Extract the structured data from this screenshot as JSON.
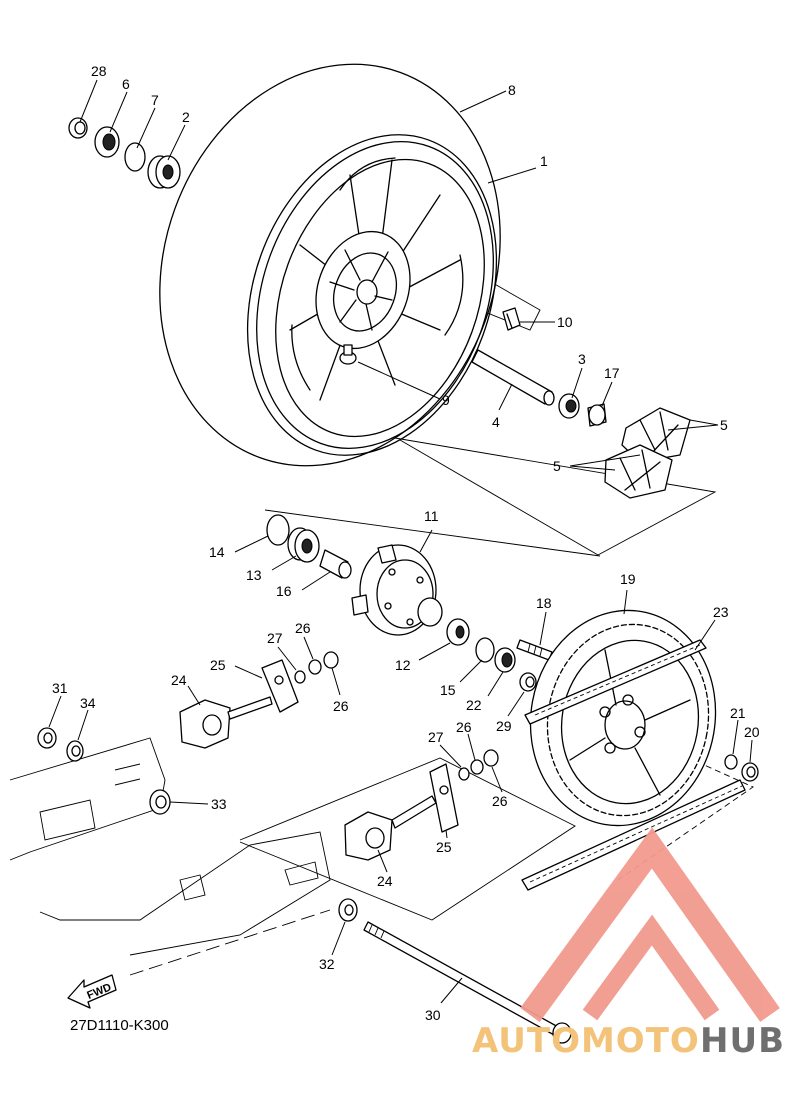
{
  "diagram": {
    "reference_code": "27D1110-K300",
    "direction_label": "FWD",
    "watermark": {
      "brand_part1": "AUTOMOTO",
      "brand_part2": "HUB",
      "color_primary": "#f29a8e",
      "color_accent": "#f4c37a",
      "color_secondary": "#6f6f6f"
    },
    "callouts": [
      {
        "id": "c28",
        "label": "28"
      },
      {
        "id": "c6",
        "label": "6"
      },
      {
        "id": "c7",
        "label": "7"
      },
      {
        "id": "c2",
        "label": "2"
      },
      {
        "id": "c8",
        "label": "8"
      },
      {
        "id": "c1",
        "label": "1"
      },
      {
        "id": "c10",
        "label": "10"
      },
      {
        "id": "c9",
        "label": "9"
      },
      {
        "id": "c3",
        "label": "3"
      },
      {
        "id": "c17",
        "label": "17"
      },
      {
        "id": "c4",
        "label": "4"
      },
      {
        "id": "c5a",
        "label": "5"
      },
      {
        "id": "c5b",
        "label": "5"
      },
      {
        "id": "c11",
        "label": "11"
      },
      {
        "id": "c14",
        "label": "14"
      },
      {
        "id": "c13",
        "label": "13"
      },
      {
        "id": "c16",
        "label": "16"
      },
      {
        "id": "c19",
        "label": "19"
      },
      {
        "id": "c18",
        "label": "18"
      },
      {
        "id": "c23",
        "label": "23"
      },
      {
        "id": "c12",
        "label": "12"
      },
      {
        "id": "c15",
        "label": "15"
      },
      {
        "id": "c22",
        "label": "22"
      },
      {
        "id": "c29",
        "label": "29"
      },
      {
        "id": "c21",
        "label": "21"
      },
      {
        "id": "c20",
        "label": "20"
      },
      {
        "id": "c27a",
        "label": "27"
      },
      {
        "id": "c26a",
        "label": "26"
      },
      {
        "id": "c25a",
        "label": "25"
      },
      {
        "id": "c26b",
        "label": "26"
      },
      {
        "id": "c24a",
        "label": "24"
      },
      {
        "id": "c31",
        "label": "31"
      },
      {
        "id": "c34",
        "label": "34"
      },
      {
        "id": "c33",
        "label": "33"
      },
      {
        "id": "c27b",
        "label": "27"
      },
      {
        "id": "c26c",
        "label": "26"
      },
      {
        "id": "c26d",
        "label": "26"
      },
      {
        "id": "c25b",
        "label": "25"
      },
      {
        "id": "c24b",
        "label": "24"
      },
      {
        "id": "c32",
        "label": "32"
      },
      {
        "id": "c30",
        "label": "30"
      }
    ]
  }
}
